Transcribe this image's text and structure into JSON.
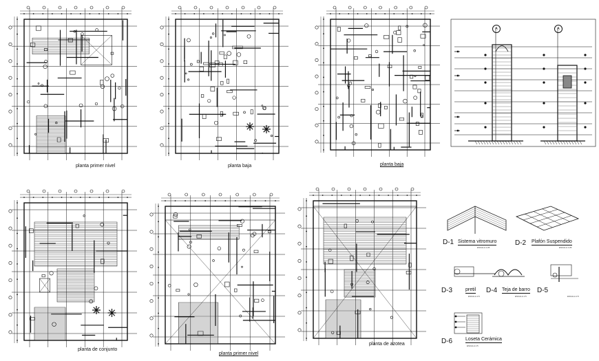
{
  "plans": [
    {
      "id": "p1",
      "caption": "planta primer nivel"
    },
    {
      "id": "p2",
      "caption": "planta baja"
    },
    {
      "id": "p3",
      "caption": "planta baja"
    },
    {
      "id": "p4",
      "caption": "planta de conjunto"
    },
    {
      "id": "p5",
      "caption": "planta primer nivel"
    },
    {
      "id": "p6",
      "caption": "planta de azotea"
    }
  ],
  "section": {
    "axis_labels": [
      "A",
      "A"
    ]
  },
  "details": [
    {
      "code": "D-1",
      "name": "Sistema vitromuro",
      "scale": "ESCALA 1:25"
    },
    {
      "code": "D-2",
      "name": "Plafón Suspendido",
      "scale": "ESCALA 1:25"
    },
    {
      "code": "D-3",
      "name": "pretil",
      "scale": "ESCALA 1:5"
    },
    {
      "code": "D-4",
      "name": "Teja de barro",
      "scale": "ESCALA 1:5"
    },
    {
      "code": "D-5",
      "name": "",
      "scale": "ESCALA 1:5"
    },
    {
      "code": "D-6",
      "name": "Loseta Cerámica",
      "scale": "ESCALA 1:5"
    }
  ],
  "colors": {
    "ink": "#111111",
    "paper": "#ffffff",
    "hatch": "#555555"
  }
}
